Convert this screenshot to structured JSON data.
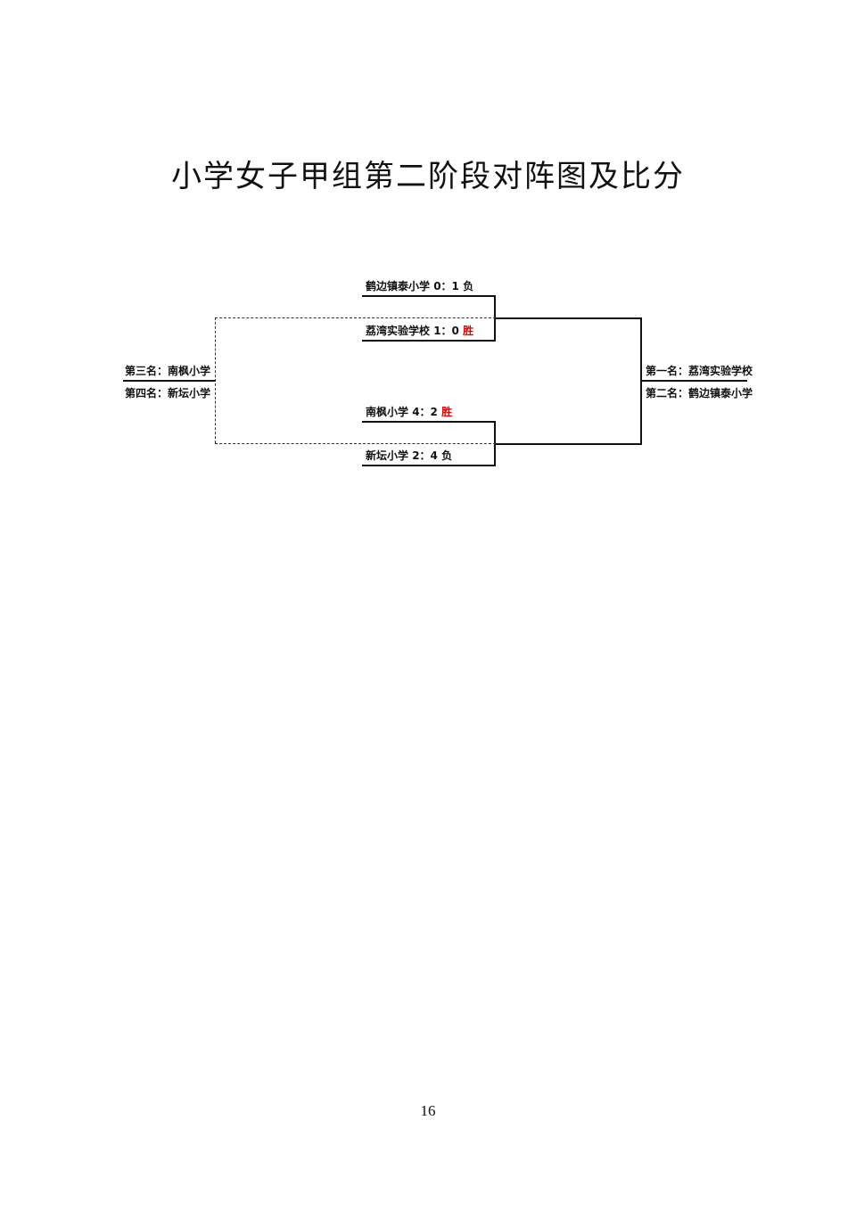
{
  "title": "小学女子甲组第二阶段对阵图及比分",
  "matches": [
    {
      "top": {
        "team": "鹤边镇泰小学",
        "score": "0：1",
        "result": "负"
      },
      "bottom": {
        "team": "荔湾实验学校",
        "score": "1：0",
        "result": "胜"
      }
    },
    {
      "top": {
        "team": "南枫小学",
        "score": "4：2",
        "result": "胜"
      },
      "bottom": {
        "team": "新坛小学",
        "score": "2：4",
        "result": "负"
      }
    }
  ],
  "left_standings": {
    "third": "第三名：南枫小学",
    "fourth": "第四名：新坛小学"
  },
  "right_standings": {
    "first": "第一名：荔湾实验学校",
    "second": "第二名：鹤边镇泰小学"
  },
  "colors": {
    "win": "#e00000",
    "line": "#111111"
  },
  "page_number": "16"
}
